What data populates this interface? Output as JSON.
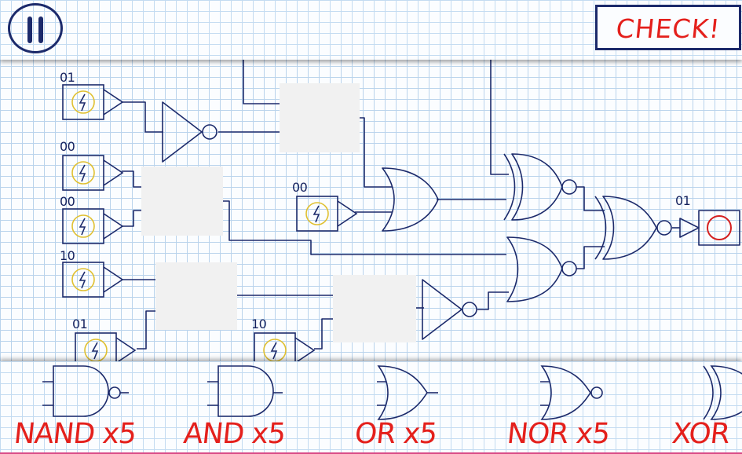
{
  "header": {
    "pause_icon": "pause-icon",
    "check_label": "CHECK!"
  },
  "circuit": {
    "input_labels": [
      "01",
      "00",
      "00",
      "10",
      "01",
      "00",
      "10"
    ],
    "output_label": "01",
    "input_icon": "lightning-icon",
    "output_icon": "circle-lamp-icon",
    "empty_slots": 4
  },
  "tray": {
    "items": [
      {
        "gate": "NAND",
        "label": "NAND x5"
      },
      {
        "gate": "AND",
        "label": "AND x5"
      },
      {
        "gate": "OR",
        "label": "OR x5"
      },
      {
        "gate": "NOR",
        "label": "NOR x5"
      },
      {
        "gate": "XOR",
        "label": "XOR"
      }
    ]
  },
  "colors": {
    "ink": "#1c2a6b",
    "accent_red": "#e4201c",
    "input_bolt": "#e0c030",
    "output_lamp": "#d42020",
    "grid": "#b9d3ec"
  }
}
